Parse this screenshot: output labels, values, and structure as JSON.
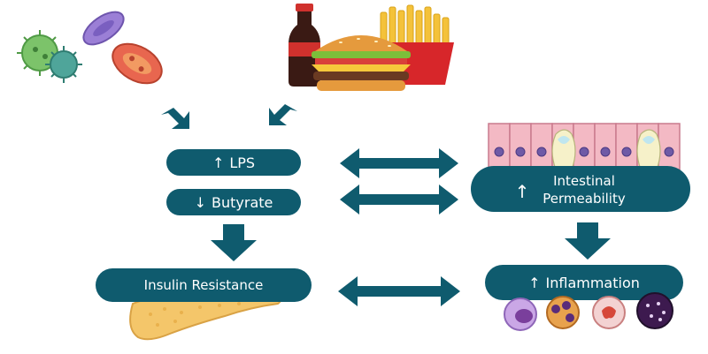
{
  "colors": {
    "teal": "#0f5b6e",
    "tealDark": "#0b4d5e",
    "cellPink": "#f3b9c4",
    "cellBorder": "#c97b8d",
    "nucleus": "#6f5aa6",
    "pancreas": "#f4c66a",
    "white": "#ffffff"
  },
  "nodes": {
    "lps": {
      "arrow": "↑",
      "label": "LPS"
    },
    "butyrate": {
      "arrow": "↓",
      "label": "Butyrate"
    },
    "insulin": {
      "label": "Insulin Resistance"
    },
    "permeability": {
      "arrow": "↑",
      "line1": "Intestinal",
      "line2": "Permeability"
    },
    "inflammation": {
      "arrow": "↑",
      "label": "Inflammation"
    }
  },
  "icons": [
    "bacteria-icon",
    "soda-bottle-icon",
    "burger-icon",
    "fries-icon",
    "intestinal-epithelium-icon",
    "pancreas-icon",
    "immune-cells-icon"
  ]
}
